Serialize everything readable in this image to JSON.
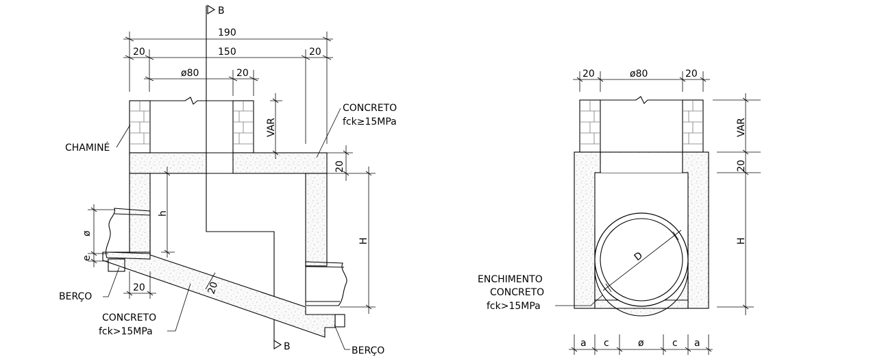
{
  "left_view": {
    "section_marker_top": "B",
    "section_marker_bottom": "B",
    "dim_total_width": "190",
    "dim_inner_width": "150",
    "dim_wall_left": "20",
    "dim_wall_right": "20",
    "dim_chimney_diameter": "ø80",
    "dim_chimney_wall": "20",
    "dim_var": "VAR",
    "dim_slab": "20",
    "dim_h": "h",
    "dim_H": "H",
    "dim_phi": "ø",
    "dim_e": "e",
    "dim_base": "20",
    "dim_floor": "20",
    "label_chimney": "CHAMINÉ",
    "label_concrete_top_1": "CONCRETO",
    "label_concrete_top_2": "fck≥15MPa",
    "label_concrete_bottom_1": "CONCRETO",
    "label_concrete_bottom_2": "fck>15MPa",
    "label_cradle_left": "BERÇO",
    "label_cradle_right": "BERÇO"
  },
  "right_view": {
    "dim_wall_left": "20",
    "dim_diameter": "ø80",
    "dim_wall_right": "20",
    "dim_var": "VAR",
    "dim_slab": "20",
    "dim_H": "H",
    "dim_D": "D",
    "dim_a_left": "a",
    "dim_c_left": "c",
    "dim_phi": "ø",
    "dim_c_right": "c",
    "dim_a_right": "a",
    "label_fill_1": "ENCHIMENTO",
    "label_fill_2": "CONCRETO",
    "label_fill_3": "fck>15MPa"
  }
}
